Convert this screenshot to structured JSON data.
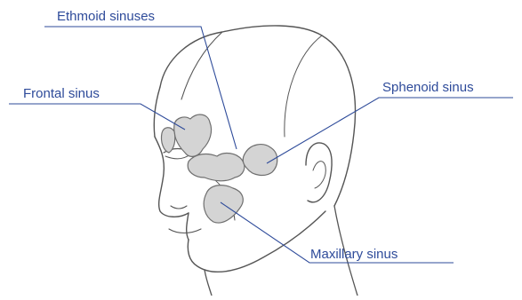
{
  "figure": {
    "labels": {
      "ethmoid": "Ethmoid sinuses",
      "frontal": "Frontal sinus",
      "sphenoid": "Sphenoid sinus",
      "maxillary": "Maxillary sinus"
    }
  },
  "colors": {
    "label_text": "#2e4b9a",
    "leader_line": "#2e4b9a",
    "head_outline": "#555555",
    "sinus_fill": "#d4d4d4",
    "sinus_stroke": "#6f6f6f"
  }
}
